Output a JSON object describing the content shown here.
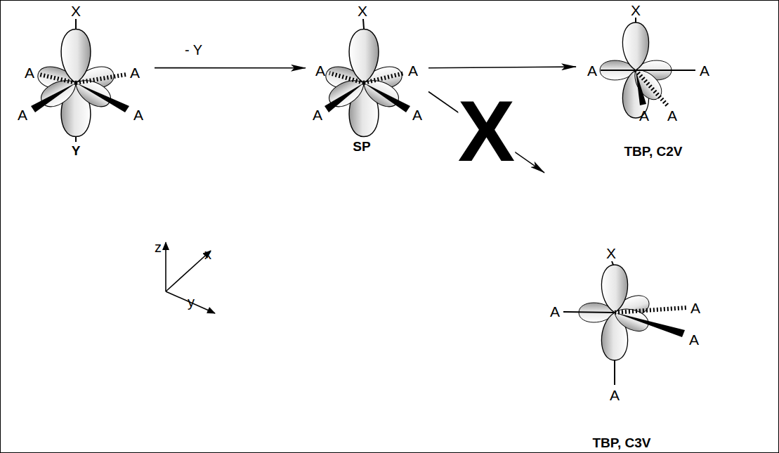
{
  "diagram": {
    "nodes": [
      {
        "text": [
          "X",
          "A",
          "A",
          "A",
          "A",
          "Y"
        ]
      },
      {
        "text": [
          "X",
          "A",
          "A",
          "A",
          "A",
          "SP"
        ]
      },
      {
        "text": [
          "X",
          "A",
          "A",
          "A",
          "A",
          "TBP, C2V"
        ]
      },
      {
        "text": [
          "X",
          "A",
          "A",
          "A",
          "A",
          "TBP, C3V"
        ]
      }
    ],
    "edges": [
      {
        "from": 0,
        "to": 1,
        "arrow": "to",
        "label": "- Y"
      },
      {
        "from": 1,
        "to": 2,
        "arrow": "to"
      },
      {
        "from": 1,
        "to": 3,
        "arrow": "to",
        "label": "X"
      }
    ],
    "labels": [
      "z",
      "x",
      "y"
    ]
  }
}
